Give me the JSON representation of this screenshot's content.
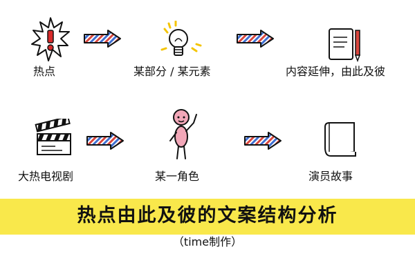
{
  "row1": {
    "items": [
      {
        "label": "热点",
        "icon": "hotspot-alert-icon"
      },
      {
        "label": "某部分 / 某元素",
        "icon": "lightbulb-icon"
      },
      {
        "label": "内容延伸，由此及彼",
        "icon": "notebook-pen-icon"
      }
    ]
  },
  "row2": {
    "items": [
      {
        "label": "大热电视剧",
        "icon": "clapperboard-icon"
      },
      {
        "label": "某一角色",
        "icon": "stick-figure-icon"
      },
      {
        "label": "演员故事",
        "icon": "book-icon"
      }
    ]
  },
  "banner": {
    "title": "热点由此及彼的文案结构分析",
    "credit": "（time制作）"
  },
  "colors": {
    "banner_yellow": "#f9e84b",
    "arrow_blue": "#3f6fd1",
    "arrow_red": "#d9463e",
    "alert_red": "#d92b2b",
    "figure_pink": "#f2a7b8",
    "bulb_yellow": "#f4c400",
    "ink": "#111111"
  }
}
